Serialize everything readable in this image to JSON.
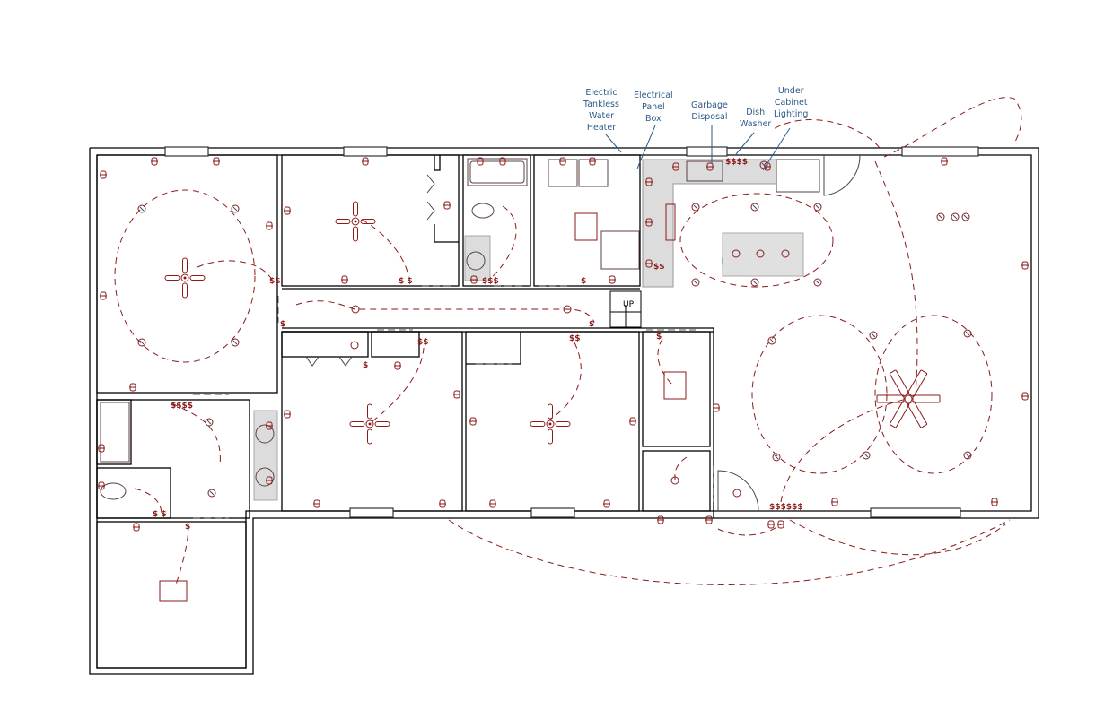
{
  "diagram": {
    "type": "residential electrical floor plan",
    "colors": {
      "walls": "#000000",
      "electrical": "#8b1a1a",
      "callout_text": "#2b5a8a",
      "fixtures": "#5a4040",
      "counter_fill": "#dcdcdc"
    },
    "callouts": [
      {
        "id": "water-heater",
        "label": "Electric\nTankless\nWater\nHeater"
      },
      {
        "id": "panel-box",
        "label": "Electrical\nPanel\nBox"
      },
      {
        "id": "garbage-disposal",
        "label": "Garbage\nDisposal"
      },
      {
        "id": "dish-washer",
        "label": "Dish\nWasher"
      },
      {
        "id": "under-cabinet-lighting",
        "label": "Under\nCabinet\nLighting"
      }
    ],
    "stair_label": "UP",
    "symbols": {
      "switch": "$",
      "outlet": "duplex-receptacle",
      "recessed_light": "can-light",
      "ceiling_fan": "ceiling-fan",
      "wiring": "dashed-arc"
    },
    "rooms": [
      {
        "id": "bedroom-nw",
        "fixtures": [
          "ceiling-fan",
          "4 recessed lights"
        ]
      },
      {
        "id": "bedroom-n",
        "fixtures": [
          "ceiling-fan"
        ]
      },
      {
        "id": "bath-n",
        "fixtures": [
          "tub",
          "toilet",
          "sink",
          "exhaust fan"
        ]
      },
      {
        "id": "laundry",
        "fixtures": [
          "washer",
          "dryer",
          "water heater",
          "panel box"
        ]
      },
      {
        "id": "kitchen",
        "fixtures": [
          "sink",
          "dishwasher",
          "range",
          "island",
          "6 recessed lights"
        ]
      },
      {
        "id": "living-room",
        "fixtures": [
          "ceiling-fan",
          "6 recessed lights"
        ]
      },
      {
        "id": "master-bath",
        "fixtures": [
          "tub",
          "toilet",
          "double vanity"
        ]
      },
      {
        "id": "bedroom-sw",
        "fixtures": [
          "ceiling-fan"
        ]
      },
      {
        "id": "bedroom-s",
        "fixtures": [
          "ceiling-fan"
        ]
      },
      {
        "id": "utility",
        "fixtures": [
          "light"
        ]
      },
      {
        "id": "garage",
        "fixtures": [
          "light"
        ]
      }
    ]
  }
}
